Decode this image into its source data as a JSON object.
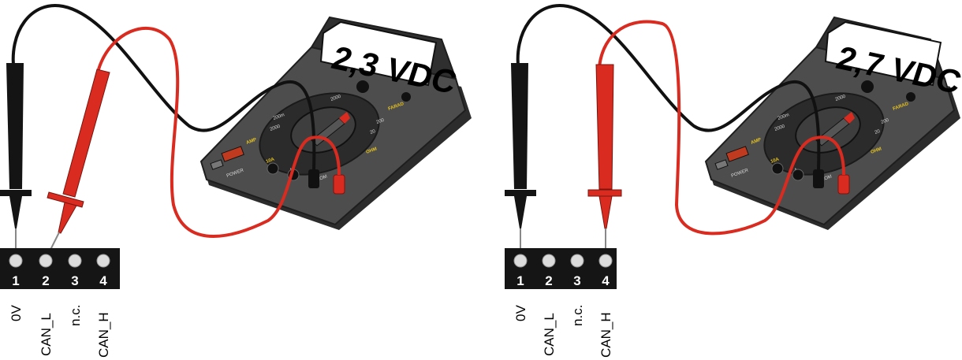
{
  "panels": [
    {
      "reading": "2,3 VDC",
      "measured_pin": "2",
      "terminals": [
        {
          "number": "1",
          "label": "0V"
        },
        {
          "number": "2",
          "label": "CAN_L"
        },
        {
          "number": "3",
          "label": "n.c."
        },
        {
          "number": "4",
          "label": "CAN_H"
        }
      ]
    },
    {
      "reading": "2,7 VDC",
      "measured_pin": "4",
      "terminals": [
        {
          "number": "1",
          "label": "0V"
        },
        {
          "number": "2",
          "label": "CAN_L"
        },
        {
          "number": "3",
          "label": "n.c."
        },
        {
          "number": "4",
          "label": "CAN_H"
        }
      ]
    }
  ],
  "meter_labels": {
    "amp": "AMP",
    "farad": "FARAD",
    "ohm": "OHM",
    "ten_a": "10A",
    "a": "A",
    "com": "COM",
    "power": "POWER"
  },
  "colors": {
    "probe_black": "#141414",
    "probe_red": "#d92b1f",
    "meter_body": "#4a4a4a",
    "meter_face": "#3a3a3a",
    "lcd_bg": "#ffffff",
    "terminal_block": "#151515",
    "accent_yellow": "#e6c21e"
  }
}
